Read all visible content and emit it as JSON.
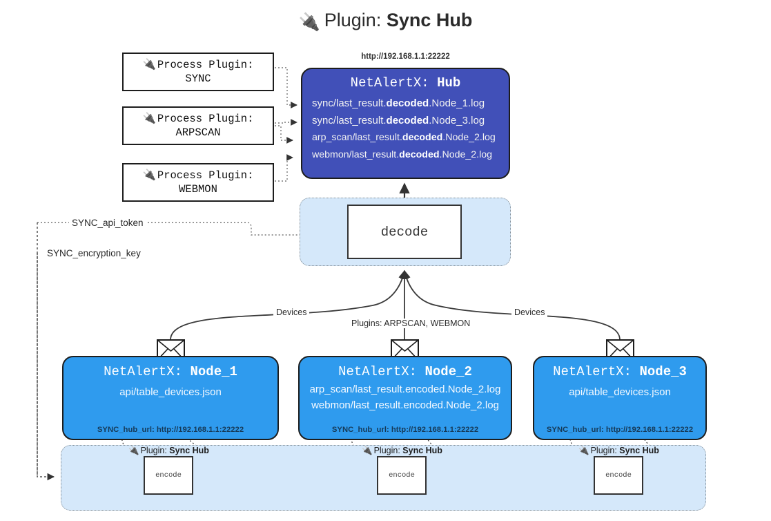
{
  "title": {
    "icon": "plug-icon",
    "prefix": "Plugin:",
    "name": "Sync Hub"
  },
  "process_plugins": [
    {
      "icon": "plug-icon",
      "label": "Process Plugin:",
      "name": "SYNC"
    },
    {
      "icon": "plug-icon",
      "label": "Process Plugin:",
      "name": "ARPSCAN"
    },
    {
      "icon": "plug-icon",
      "label": "Process Plugin:",
      "name": "WEBMON"
    }
  ],
  "hub": {
    "url": "http://192.168.1.1:22222",
    "prefix": "NetAlertX:",
    "name": "Hub",
    "logs": [
      {
        "pre": "sync/last_result.",
        "strong": "decoded",
        "post": ".Node_1.log"
      },
      {
        "pre": "sync/last_result.",
        "strong": "decoded",
        "post": ".Node_3.log"
      },
      {
        "pre": "arp_scan/last_result.",
        "strong": "decoded",
        "post": ".Node_2.log"
      },
      {
        "pre": "webmon/last_result.",
        "strong": "decoded",
        "post": ".Node_2.log"
      }
    ]
  },
  "decode": {
    "label": "decode"
  },
  "keys": {
    "api_token": "SYNC_api_token",
    "encryption_key": "SYNC_encryption_key"
  },
  "edge_labels": {
    "devices_left": "Devices",
    "devices_right": "Devices",
    "plugins_center": "Plugins: ARPSCAN, WEBMON"
  },
  "nodes": [
    {
      "prefix": "NetAlertX:",
      "name": "Node_1",
      "lines": [
        "api/table_devices.json"
      ],
      "footer": "SYNC_hub_url: http://192.168.1.1:22222",
      "icon": "envelope-icon"
    },
    {
      "prefix": "NetAlertX:",
      "name": "Node_2",
      "lines": [
        "arp_scan/last_result.encoded.Node_2.log",
        "webmon/last_result.encoded.Node_2.log"
      ],
      "footer": "SYNC_hub_url: http://192.168.1.1:22222",
      "icon": "envelope-icon"
    },
    {
      "prefix": "NetAlertX:",
      "name": "Node_3",
      "lines": [
        "api/table_devices.json"
      ],
      "footer": "SYNC_hub_url: http://192.168.1.1:22222",
      "icon": "envelope-icon"
    }
  ],
  "encoders": [
    {
      "icon": "plug-icon",
      "prefix": "Plugin:",
      "name": "Sync Hub",
      "box_label": "encode"
    },
    {
      "icon": "plug-icon",
      "prefix": "Plugin:",
      "name": "Sync Hub",
      "box_label": "encode"
    },
    {
      "icon": "plug-icon",
      "prefix": "Plugin:",
      "name": "Sync Hub",
      "box_label": "encode"
    }
  ],
  "colors": {
    "hub_fill": "#4150b8",
    "node_fill": "#2f9bee",
    "container_fill": "#d5e8fa",
    "stroke": "#1d1d1d",
    "dotted_stroke": "#7f8b94"
  }
}
